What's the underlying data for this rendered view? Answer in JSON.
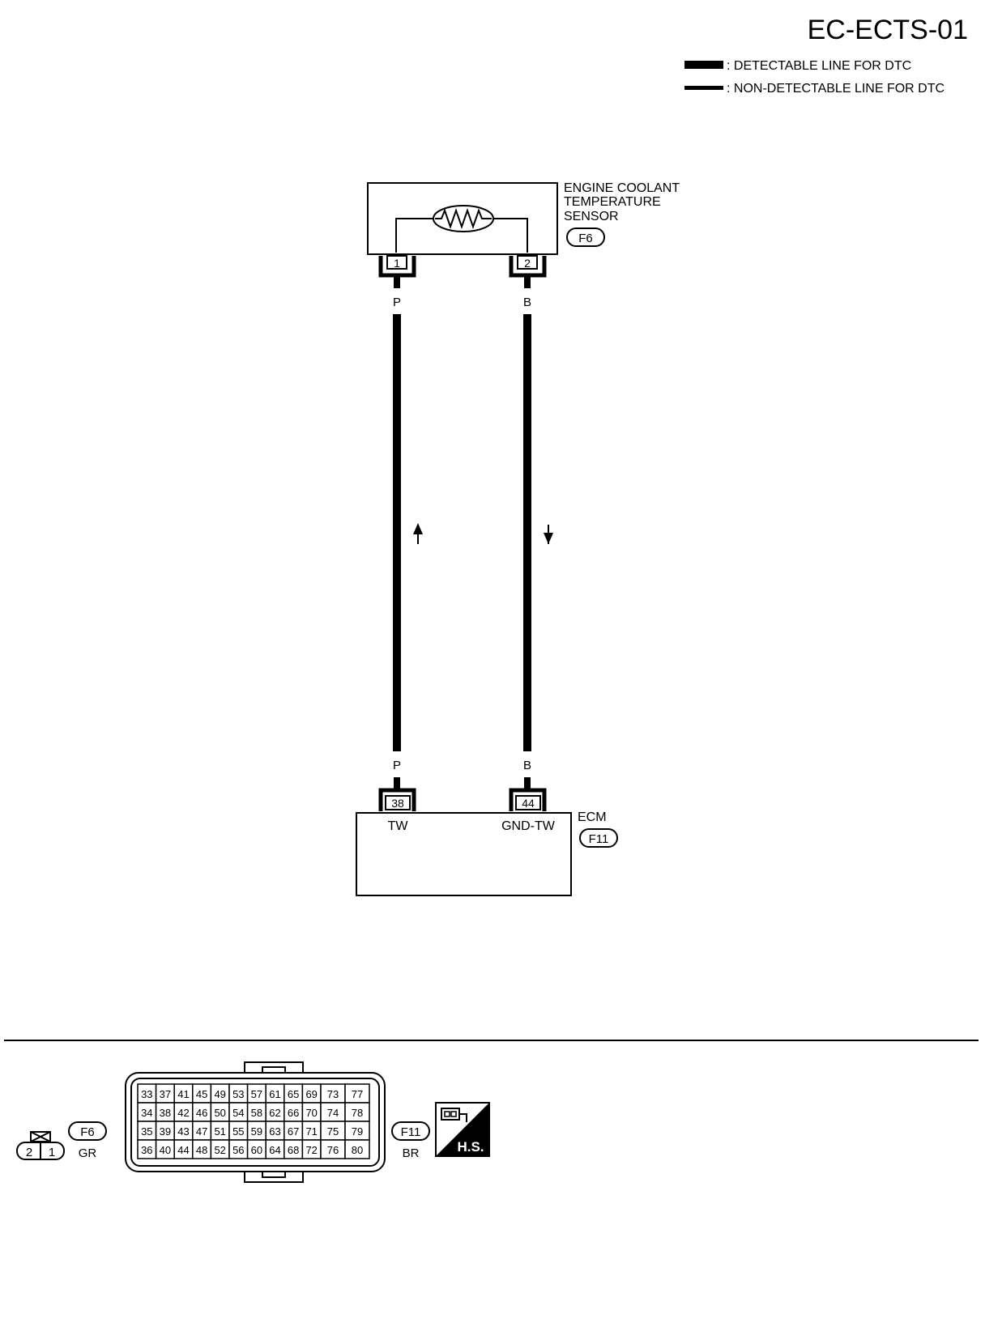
{
  "title": "EC-ECTS-01",
  "legend": [
    {
      "label": ": DETECTABLE LINE FOR DTC"
    },
    {
      "label": ": NON-DETECTABLE LINE FOR DTC"
    }
  ],
  "sensor": {
    "name_lines": [
      "ENGINE COOLANT",
      "TEMPERATURE",
      "SENSOR"
    ],
    "connector": "F6",
    "pins": [
      "1",
      "2"
    ]
  },
  "wires": [
    {
      "color_top": "P",
      "color_bottom": "P"
    },
    {
      "color_top": "B",
      "color_bottom": "B"
    }
  ],
  "ecm": {
    "name": "ECM",
    "connector": "F11",
    "pins": [
      "38",
      "44"
    ],
    "terminals": [
      "TW",
      "GND-TW"
    ]
  },
  "connector_views": {
    "f6": {
      "id": "F6",
      "color": "GR",
      "pins": [
        "2",
        "1"
      ]
    },
    "f11": {
      "id": "F11",
      "color": "BR",
      "rows": [
        [
          "33",
          "37",
          "41",
          "45",
          "49",
          "53",
          "57",
          "61",
          "65",
          "69",
          "73",
          "77"
        ],
        [
          "34",
          "38",
          "42",
          "46",
          "50",
          "54",
          "58",
          "62",
          "66",
          "70",
          "74",
          "78"
        ],
        [
          "35",
          "39",
          "43",
          "47",
          "51",
          "55",
          "59",
          "63",
          "67",
          "71",
          "75",
          "79"
        ],
        [
          "36",
          "40",
          "44",
          "48",
          "52",
          "56",
          "60",
          "64",
          "68",
          "72",
          "76",
          "80"
        ]
      ]
    },
    "hs_label": "H.S."
  }
}
